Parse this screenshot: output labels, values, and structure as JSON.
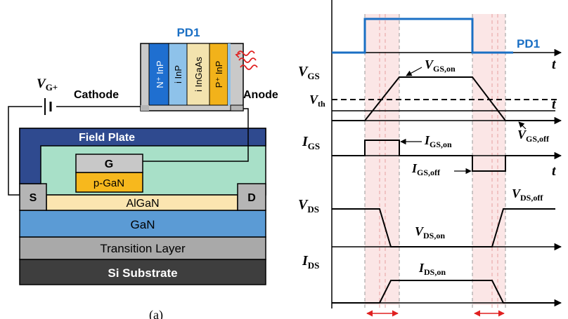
{
  "device": {
    "layers": {
      "substrate": "Si Substrate",
      "transition": "Transition Layer",
      "gan": "GaN",
      "algan": "AlGaN",
      "pgan": "p-GaN",
      "gate": "G",
      "source": "S",
      "drain": "D",
      "field_plate": "Field Plate"
    },
    "photodiode": {
      "name": "PD1",
      "n_inp": "N⁺ InP",
      "i_inp": "i InP",
      "i_ingaas": "i InGaAs",
      "p_inp": "P⁺ InP"
    },
    "terminals": {
      "cathode": "Cathode",
      "anode": "Anode",
      "vg_main": "V",
      "vg_sub": "G+"
    },
    "caption": "(a)"
  },
  "waveform": {
    "pd1_label": "PD1",
    "t_label": "t",
    "vgs": {
      "main": "V",
      "sub": "GS"
    },
    "vgs_on": {
      "main": "V",
      "sub": "GS,on"
    },
    "vth": {
      "main": "V",
      "sub": "th"
    },
    "vgs_off": {
      "main": "V",
      "sub": "GS,off"
    },
    "igs": {
      "main": "I",
      "sub": "GS"
    },
    "igs_on": {
      "main": "I",
      "sub": "GS,on"
    },
    "igs_off": {
      "main": "I",
      "sub": "GS,off"
    },
    "vds": {
      "main": "V",
      "sub": "DS"
    },
    "vds_off": {
      "main": "V",
      "sub": "DS,off"
    },
    "vds_on": {
      "main": "V",
      "sub": "DS,on"
    },
    "ids": {
      "main": "I",
      "sub": "DS"
    },
    "ids_on": {
      "main": "I",
      "sub": "DS,on"
    }
  },
  "colors": {
    "blue_signal": "#1a6fc4",
    "red_marker": "#e02020",
    "substrate": "#3e3e3e",
    "transition": "#a9a9a9",
    "gan": "#5b9bd5",
    "algan": "#fbe5b0",
    "pgan": "#f7b81d",
    "passivation": "#a8e0c8",
    "field_plate": "#2f4a8f",
    "n_inp": "#1f6fd0",
    "i_inp": "#8ec2ea",
    "i_ingaas": "#f3e3ae",
    "p_inp": "#f2b21a"
  }
}
